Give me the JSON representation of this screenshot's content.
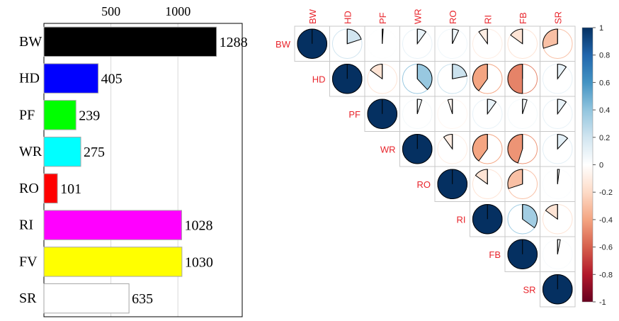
{
  "chart_data": [
    {
      "type": "bar",
      "orientation": "horizontal",
      "categories": [
        "BW",
        "HD",
        "PF",
        "WR",
        "RO",
        "RI",
        "FV",
        "SR"
      ],
      "values": [
        1288,
        405,
        239,
        275,
        101,
        1028,
        1030,
        635
      ],
      "value_labels": [
        "1288",
        "405",
        "239",
        "275",
        "101",
        "1028",
        "1030",
        "635"
      ],
      "colors": [
        "#000000",
        "#0000ff",
        "#00ff00",
        "#00ffff",
        "#ff0000",
        "#ff00ff",
        "#ffff00",
        "#ffffff"
      ],
      "xticks": [
        500,
        1000
      ],
      "xtick_labels": [
        "500",
        "1000"
      ],
      "xlim": [
        0,
        1480
      ],
      "grid": true,
      "axis_position": "top"
    },
    {
      "type": "heatmap",
      "style": "pie",
      "triangle": "upper",
      "variables": [
        "BW",
        "HD",
        "PF",
        "WR",
        "RO",
        "RI",
        "FB",
        "SR"
      ],
      "correlations": [
        [
          1.0,
          0.2,
          0.01,
          0.1,
          0.07,
          -0.1,
          -0.15,
          -0.3
        ],
        [
          0.2,
          1.0,
          -0.15,
          0.38,
          0.22,
          -0.4,
          -0.5,
          0.1
        ],
        [
          0.01,
          -0.15,
          1.0,
          0.05,
          -0.05,
          0.1,
          0.05,
          0.1
        ],
        [
          0.1,
          0.38,
          0.05,
          1.0,
          -0.1,
          -0.4,
          -0.45,
          0.12
        ],
        [
          0.07,
          0.22,
          -0.05,
          -0.1,
          1.0,
          -0.15,
          -0.3,
          0.02
        ],
        [
          -0.1,
          -0.4,
          0.1,
          -0.4,
          -0.15,
          1.0,
          0.35,
          -0.15
        ],
        [
          -0.15,
          -0.5,
          0.05,
          -0.45,
          -0.3,
          0.35,
          1.0,
          0.03
        ],
        [
          -0.3,
          0.1,
          0.1,
          0.12,
          0.02,
          -0.15,
          0.03,
          1.0
        ]
      ],
      "colorbar_ticks": [
        1,
        0.8,
        0.6,
        0.4,
        0.2,
        0,
        -0.2,
        -0.4,
        -0.6,
        -0.8,
        -1
      ],
      "colorbar_labels": [
        "1",
        "0.8",
        "0.6",
        "0.4",
        "0.2",
        "0",
        "-0.2",
        "-0.4",
        "-0.6",
        "-0.8",
        "-1"
      ],
      "colorbar_range": [
        -1,
        1
      ],
      "label_color": "#e8242b",
      "legend": "right"
    }
  ]
}
